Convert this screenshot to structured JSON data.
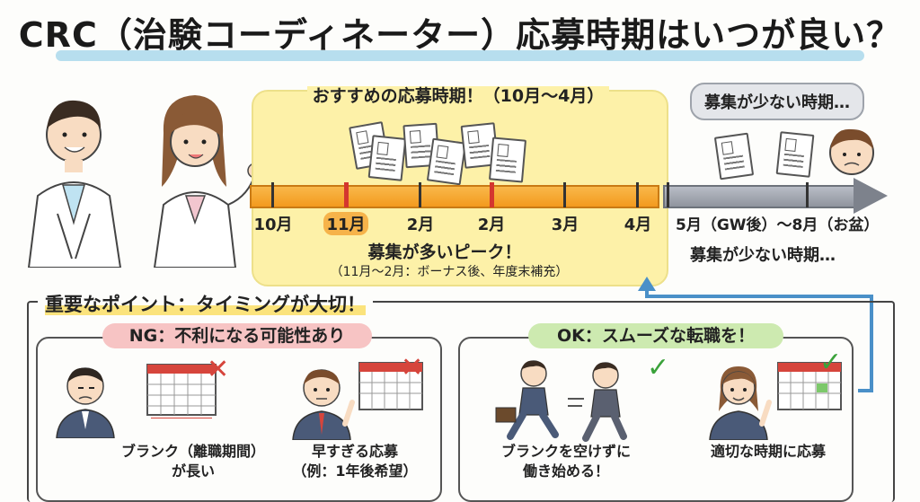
{
  "title": "CRC（治験コーディネーター）応募時期はいつが良い？",
  "recommended": {
    "label": "おすすめの応募時期！（10月〜4月）",
    "months": [
      "10月",
      "11月",
      "2月",
      "2月",
      "3月",
      "4月"
    ],
    "peak_title": "募集が多いピーク！",
    "peak_sub": "（11月〜2月：ボーナス後、年度末補充）"
  },
  "low_period": {
    "bubble": "募集が少ない時期…",
    "range": "5月（GW後）〜8月（お盆）",
    "label": "募集が少ない時期…"
  },
  "points": {
    "title_main": "重要なポイント：タイミングが大切！",
    "ng": {
      "title": "NG：不利になる可能性あり",
      "item1_line1": "ブランク（離職期間）",
      "item1_line2": "が長い",
      "item2_line1": "早すぎる応募",
      "item2_line2": "（例：1年後希望）"
    },
    "ok": {
      "title": "OK：スムーズな転職を！",
      "item1_line1": "ブランクを空けずに",
      "item1_line2": "働き始める！",
      "item2_line1": "適切な時期に応募"
    }
  },
  "colors": {
    "accent_orange": "#f39a1e",
    "highlight_yellow": "#fdf1a8",
    "ng_pink": "#f7c4c4",
    "ok_green": "#cdeab0",
    "line_blue": "#4a90c8"
  }
}
